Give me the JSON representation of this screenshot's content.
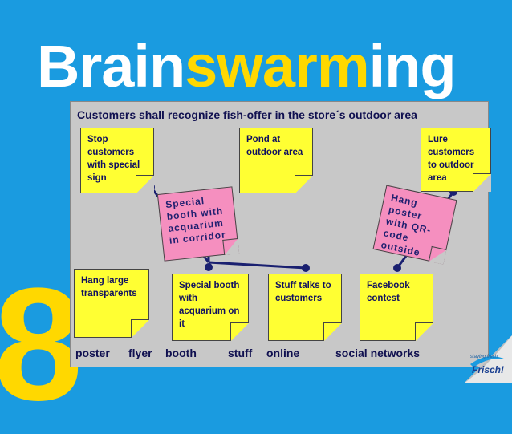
{
  "title": {
    "part1": "Brain",
    "part2": "swarm",
    "part3": "ing"
  },
  "number": "8",
  "board": {
    "heading": "Customers shall recognize fish-offer in the store´s outdoor area",
    "notes_top": [
      "Stop customers with special sign",
      "Pond at outdoor area",
      "Lure customers to outdoor area"
    ],
    "notes_pink": [
      "Special booth with acquarium in corridor",
      "Hang poster with QR-code outside"
    ],
    "notes_bottom": [
      "Hang large transparents",
      "Special booth with acquarium on it",
      "Stuff talks to customers",
      "Facebook contest"
    ],
    "bottom_labels": [
      "poster",
      "flyer",
      "booth",
      "stuff",
      "online",
      "social networks"
    ]
  },
  "logo": {
    "tagline": "staying fresh",
    "name": "Frisch!"
  },
  "colors": {
    "background": "#1a9be0",
    "accent": "#ffd800",
    "note": "#ffff33",
    "pink": "#f58fbf",
    "board": "#c8c8c8"
  }
}
